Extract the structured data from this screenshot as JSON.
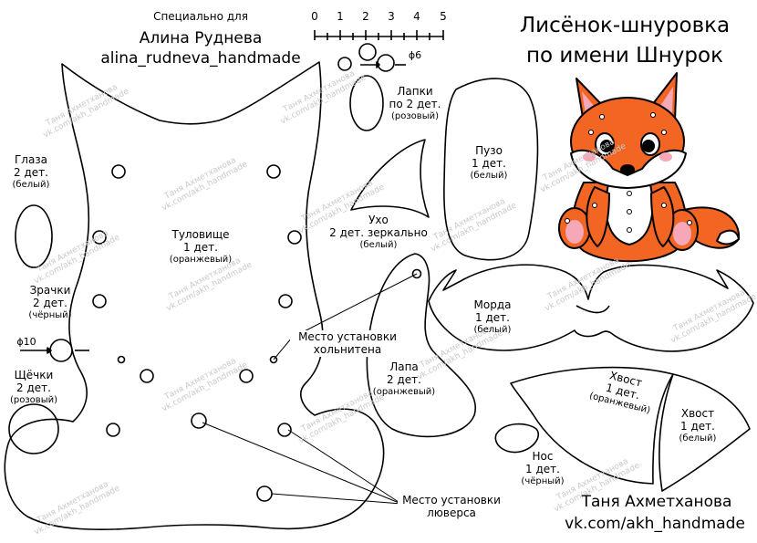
{
  "header": {
    "dedication": "Специально для",
    "recipient_name": "Алина Руднева",
    "recipient_handle": "alina_rudneva_handmade",
    "title_line1": "Лисёнок-шнуровка",
    "title_line2": "по имени Шнурок"
  },
  "scale_ruler": {
    "ticks": [
      "0",
      "1",
      "2",
      "3",
      "4",
      "5"
    ]
  },
  "diameters": {
    "small": "ϕ6",
    "large": "ϕ10"
  },
  "pieces": {
    "body": {
      "name": "Туловище",
      "count": "1 дет.",
      "color": "(оранжевый)"
    },
    "eyes": {
      "name": "Глаза",
      "count": "2 дет.",
      "color": "(белый)"
    },
    "pupils": {
      "name": "Зрачки",
      "count": "2 дет.",
      "color": "(чёрный)"
    },
    "cheeks": {
      "name": "Щёчки",
      "count": "2 дет.",
      "color": "(розовый)"
    },
    "paws_small": {
      "name": "Лапки",
      "count": "по 2 дет.",
      "color": "(розовый)"
    },
    "ear": {
      "name": "Ухо",
      "count": "2 дет. зеркально",
      "color": "(белый)"
    },
    "belly": {
      "name": "Пузо",
      "count": "1 дет.",
      "color": "(белый)"
    },
    "muzzle": {
      "name": "Морда",
      "count": "1 дет.",
      "color": "(белый)"
    },
    "paw": {
      "name": "Лапа",
      "count": "2 дет.",
      "color": "(оранжевый)"
    },
    "tail_orange": {
      "name": "Хвост",
      "count": "1 дет.",
      "color": "(оранжевый)"
    },
    "tail_white": {
      "name": "Хвост",
      "count": "1 дет.",
      "color": "(белый)"
    },
    "nose": {
      "name": "Нос",
      "count": "1 дет.",
      "color": "(чёрный)"
    }
  },
  "annotations": {
    "holniten_line1": "Место установки",
    "holniten_line2": "хольнитена",
    "luvers_line1": "Место установки",
    "luvers_line2": "люверса"
  },
  "author": {
    "name": "Таня Ахметханова",
    "link": "vk.com/akh_handmade"
  },
  "watermark": {
    "line1": "Таня Ахметханова",
    "line2": "vk.com/akh_handmade"
  },
  "colors": {
    "fox_orange": "#f26522",
    "cheek_pink": "#f7a8b8",
    "outline": "#000000",
    "watermark": "#c9c9c9"
  }
}
